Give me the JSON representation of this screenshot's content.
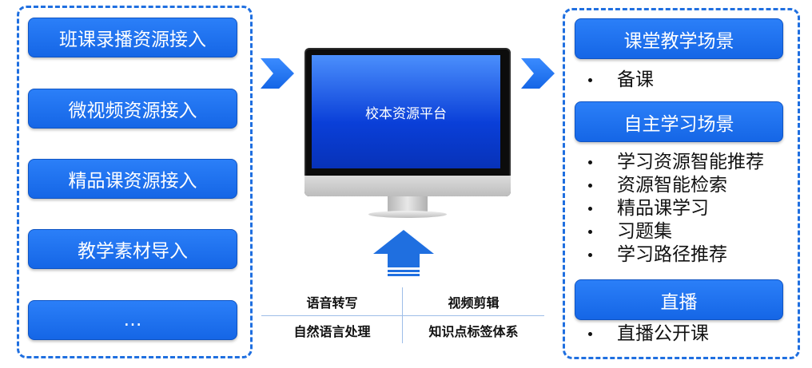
{
  "left_sources": [
    {
      "label": "班课录播资源接入"
    },
    {
      "label": "微视频资源接入"
    },
    {
      "label": "精品课资源接入"
    },
    {
      "label": "教学素材导入"
    },
    {
      "label": "…"
    }
  ],
  "platform": {
    "screen_label": "校本资源平台"
  },
  "tech": {
    "row1": [
      "语音转写",
      "视频剪辑"
    ],
    "row2": [
      "自然语言处理",
      "知识点标签体系"
    ]
  },
  "scenarios": {
    "classroom": {
      "title": "课堂教学场景",
      "items": [
        "备课"
      ]
    },
    "self_study": {
      "title": "自主学习场景",
      "items": [
        "学习资源智能推荐",
        "资源智能检索",
        "精品课学习",
        "习题集",
        "学习路径推荐"
      ]
    },
    "live": {
      "title": "直播",
      "items": [
        "直播公开课"
      ]
    }
  },
  "colors": {
    "accent": "#1f6fe0",
    "screen": "#0a3fd8"
  }
}
